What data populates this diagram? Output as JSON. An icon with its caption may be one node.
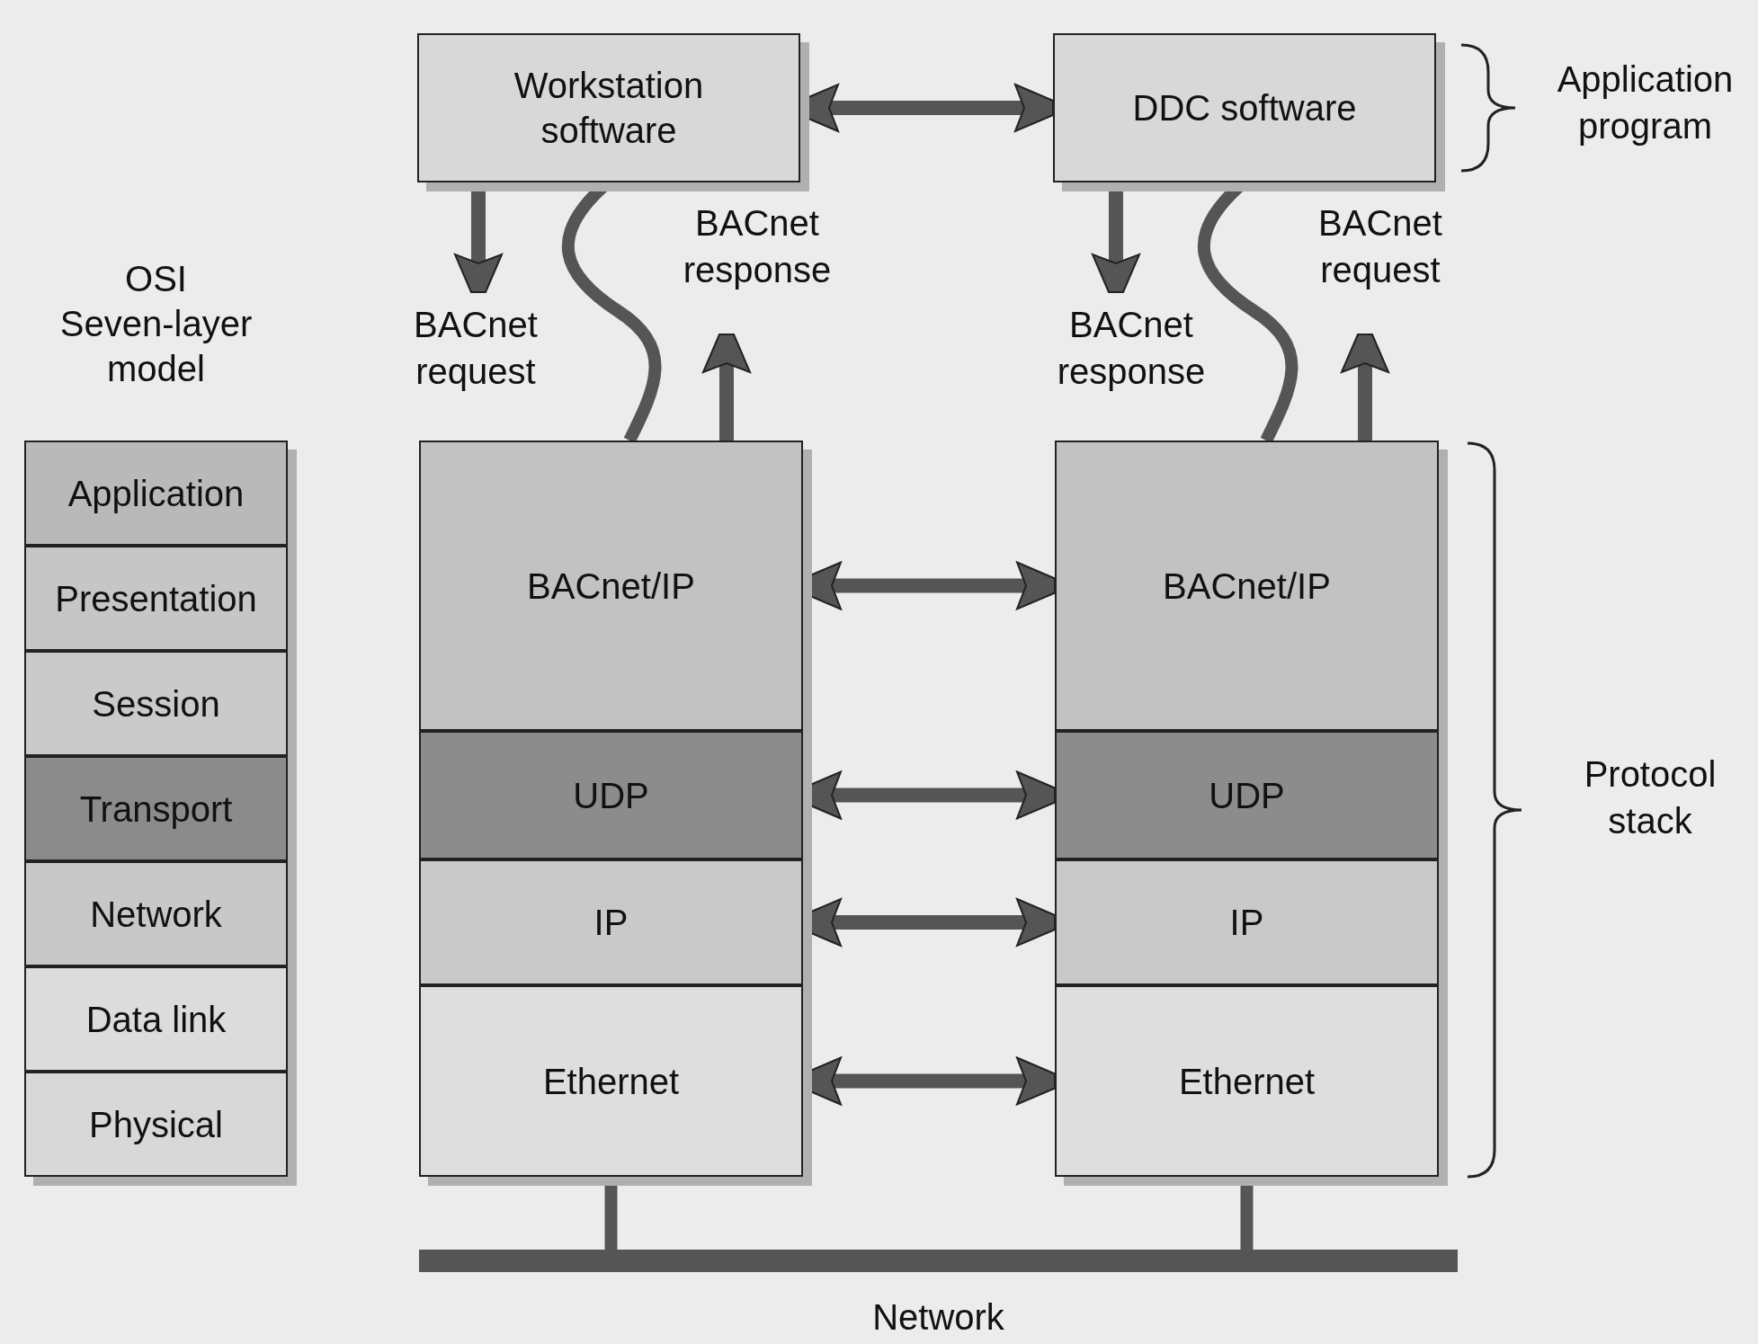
{
  "diagram": {
    "nodes": [
      {
        "text": [
          "OSI Seven-layer model"
        ]
      },
      {
        "text": [
          "Application"
        ],
        "in": 0
      },
      {
        "text": [
          "Presentation"
        ],
        "in": 0
      },
      {
        "text": [
          "Session"
        ],
        "in": 0
      },
      {
        "text": [
          "Transport"
        ],
        "in": 0
      },
      {
        "text": [
          "Network"
        ],
        "in": 0
      },
      {
        "text": [
          "Data link"
        ],
        "in": 0
      },
      {
        "text": [
          "Physical"
        ],
        "in": 0
      },
      {
        "text": [
          "Workstation software"
        ]
      },
      {
        "text": [
          "DDC software"
        ]
      },
      {
        "text": [
          "BACnet/IP"
        ]
      },
      {
        "text": [
          "UDP"
        ]
      },
      {
        "text": [
          "IP"
        ]
      },
      {
        "text": [
          "Ethernet"
        ]
      },
      {
        "text": [
          "BACnet/IP"
        ]
      },
      {
        "text": [
          "UDP"
        ]
      },
      {
        "text": [
          "IP"
        ]
      },
      {
        "text": [
          "Ethernet"
        ]
      },
      {
        "text": [
          "Network"
        ]
      }
    ],
    "edges": [
      {
        "from": 8,
        "to": 9,
        "arrow": "both"
      },
      {
        "from": 10,
        "to": 14,
        "arrow": "both"
      },
      {
        "from": 11,
        "to": 15,
        "arrow": "both"
      },
      {
        "from": 12,
        "to": 16,
        "arrow": "both"
      },
      {
        "from": 13,
        "to": 17,
        "arrow": "both"
      },
      {
        "from": 8,
        "to": null,
        "arrow": "to",
        "label": "BACnet request"
      },
      {
        "from": 10,
        "to": null,
        "arrow": "to",
        "label": "BACnet response"
      },
      {
        "from": 8,
        "to": 10,
        "arrow": "none"
      },
      {
        "from": 9,
        "to": null,
        "arrow": "to",
        "label": "BACnet response"
      },
      {
        "from": 14,
        "to": null,
        "arrow": "to",
        "label": "BACnet request"
      },
      {
        "from": 9,
        "to": 14,
        "arrow": "none"
      },
      {
        "from": 13,
        "to": 18,
        "arrow": "none"
      },
      {
        "from": 17,
        "to": 18,
        "arrow": "none"
      }
    ],
    "labels": [
      "Application program",
      "Protocol stack"
    ]
  }
}
